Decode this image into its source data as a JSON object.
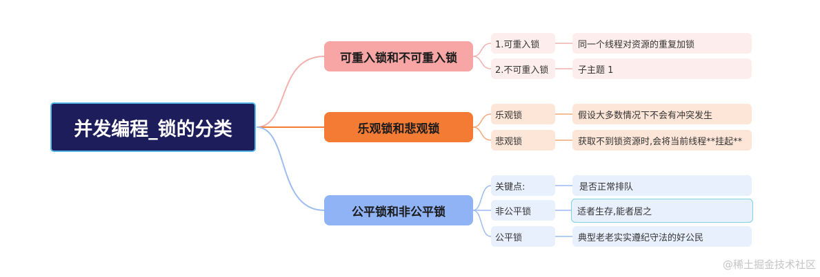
{
  "root": {
    "label": "并发编程_锁的分类"
  },
  "branches": [
    {
      "label": "可重入锁和不可重入锁",
      "color": "#f7a6a5",
      "items": [
        {
          "key": "1.可重入锁",
          "value": "同一个线程对资源的重复加锁"
        },
        {
          "key": "2.不可重入锁",
          "value": "子主题 1"
        }
      ]
    },
    {
      "label": "乐观锁和悲观锁",
      "color": "#f47b33",
      "items": [
        {
          "key": "乐观锁",
          "value": "假设大多数情况下不会有冲突发生"
        },
        {
          "key": "悲观锁",
          "value": "获取不到锁资源时,会将当前线程**挂起**"
        }
      ]
    },
    {
      "label": "公平锁和非公平锁",
      "color": "#8fb3f5",
      "items": [
        {
          "key": "关键点:",
          "value": "是否正常排队"
        },
        {
          "key": "非公平锁",
          "value": "适者生存,能者居之"
        },
        {
          "key": "公平锁",
          "value": "典型老老实实遵纪守法的好公民"
        }
      ]
    }
  ],
  "watermark": "@稀土掘金技术社区"
}
